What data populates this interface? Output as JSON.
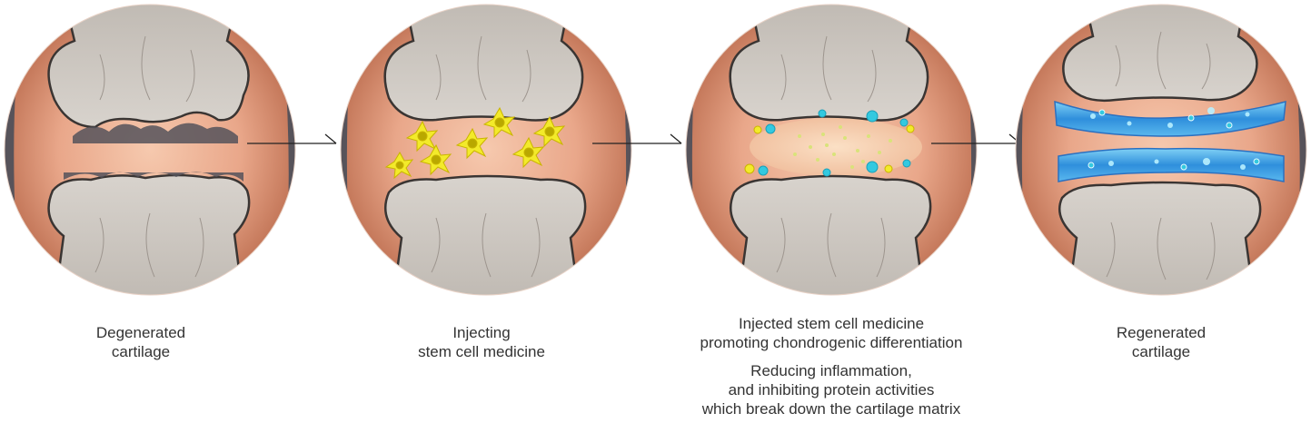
{
  "colors": {
    "skin_light": "#f2bfa3",
    "skin_dark": "#b8684a",
    "bone": "#cfcac4",
    "bone_outline": "#3a3533",
    "rim": "#57535a",
    "stem_cell": "#f3ea2a",
    "differentiated_cell": "#33c9e0",
    "cartilage_blue": "#3aa6e6",
    "worn_edge": "#55525b",
    "caption_text": "#333333"
  },
  "stages": [
    {
      "id": "degenerated",
      "caption": [
        "Degenerated",
        "cartilage"
      ]
    },
    {
      "id": "injecting",
      "caption": [
        "Injecting",
        "stem cell medicine"
      ]
    },
    {
      "id": "differentiation",
      "caption": [
        "Injected stem cell medicine",
        "promoting chondrogenic differentiation"
      ],
      "caption2": [
        "Reducing inflammation,",
        "and inhibiting protein activities",
        "which break down the cartilage matrix"
      ]
    },
    {
      "id": "regenerated",
      "caption": [
        "Regenerated",
        "cartilage"
      ]
    }
  ]
}
